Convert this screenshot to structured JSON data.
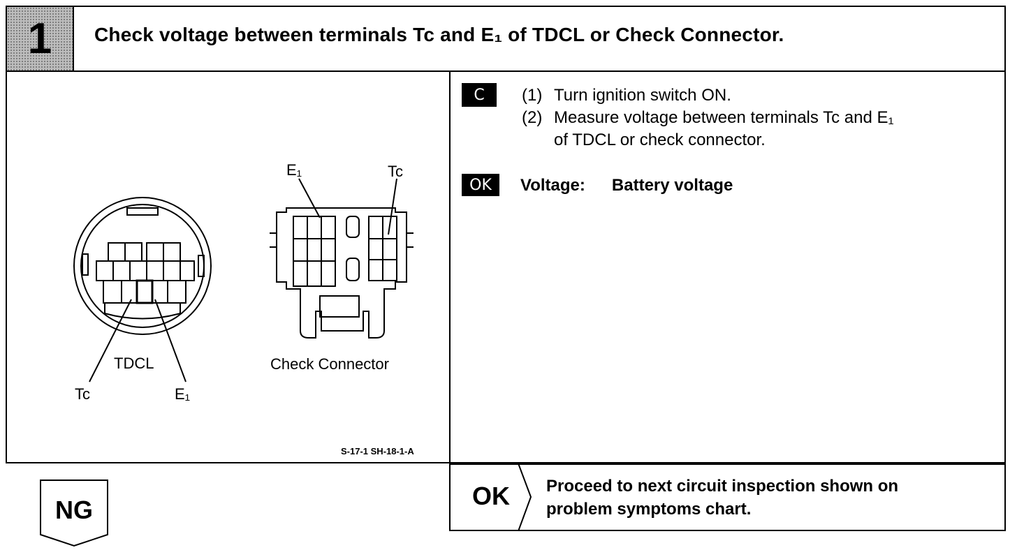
{
  "step": {
    "number": "1"
  },
  "title": "Check voltage between terminals Tc and E₁ of TDCL or Check Connector.",
  "illustration": {
    "tdcl_label": "TDCL",
    "tdcl_tc_label": "Tc",
    "tdcl_e1_label": "E₁",
    "check_connector_label": "Check Connector",
    "cc_e1_label": "E₁",
    "cc_tc_label": "Tc",
    "code": "S-17-1  SH-18-1-A"
  },
  "procedure": {
    "badge": "C",
    "steps": [
      {
        "num": "(1)",
        "text": "Turn ignition switch ON."
      },
      {
        "num": "(2)",
        "text": "Measure voltage between terminals Tc and E₁",
        "cont": "of TDCL or check connector."
      }
    ]
  },
  "spec": {
    "badge": "OK",
    "label": "Voltage:",
    "value": "Battery voltage"
  },
  "result_ok": {
    "label": "OK",
    "line1": "Proceed to next circuit inspection shown on",
    "line2": "problem symptoms chart."
  },
  "result_ng": {
    "label": "NG"
  }
}
